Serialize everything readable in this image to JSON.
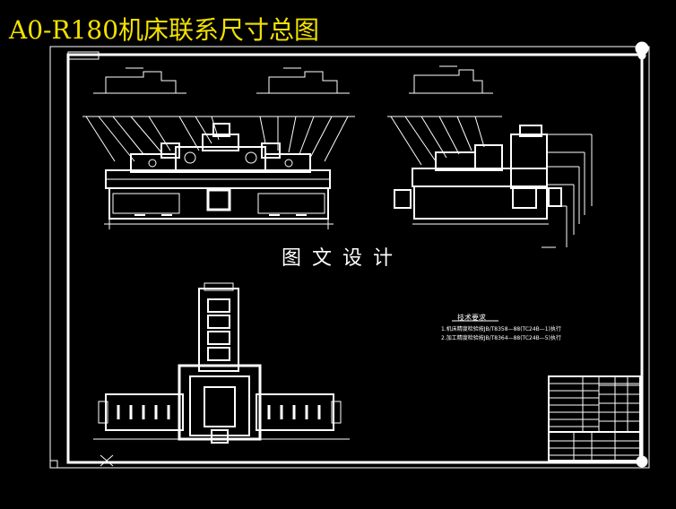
{
  "title": "A0-R180机床联系尺寸总图",
  "watermark": "图文设计",
  "colors": {
    "background": "#000000",
    "title": "#f2e100",
    "lines": "#ffffff"
  },
  "technical_requirements": {
    "heading": "技术要求",
    "notes": [
      "1.机床精度检验按JB/T8358—88(TC24B—1)执行",
      "2.加工精度检验按JB/T8364—88(TC24B—5)执行"
    ]
  }
}
